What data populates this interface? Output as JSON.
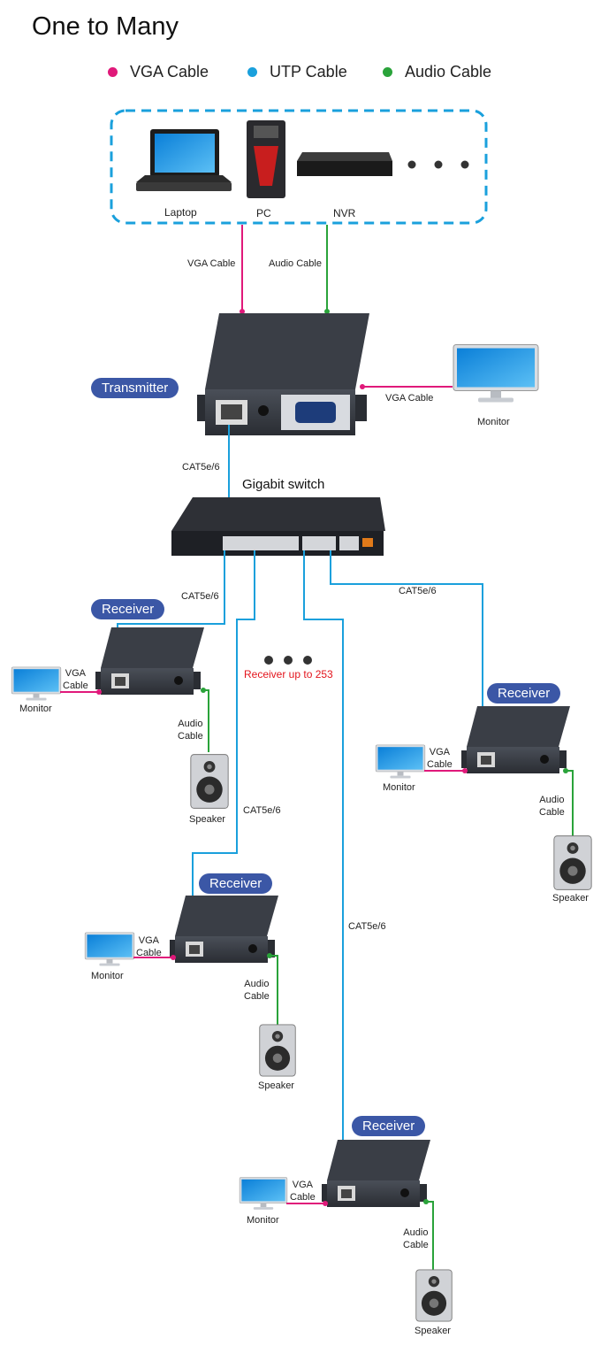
{
  "title": "One to Many",
  "legend": [
    {
      "label": "VGA Cable",
      "color": "#e0197a"
    },
    {
      "label": "UTP Cable",
      "color": "#1aa0dc"
    },
    {
      "label": "Audio Cable",
      "color": "#2aa33a"
    }
  ],
  "colors": {
    "vga": "#e0197a",
    "utp": "#1aa0dc",
    "audio": "#2aa33a",
    "dashed_box": "#1aa0dc",
    "pill": "#3b57a6",
    "note": "#e3141c"
  },
  "sources": {
    "laptop": "Laptop",
    "pc": "PC",
    "nvr": "NVR"
  },
  "cables": {
    "vga_top": "VGA Cable",
    "audio_top": "Audio Cable",
    "tx_monitor_vga": "VGA Cable",
    "cat_tx_switch": "CAT5e/6",
    "cat_r1": "CAT5e/6",
    "cat_r2": "CAT5e/6",
    "cat_r3": "CAT5e/6",
    "cat_r4": "CAT5e/6"
  },
  "transmitter": {
    "label": "Transmitter",
    "monitor": "Monitor"
  },
  "switch_label": "Gigabit switch",
  "more_note": "Receiver up to 253",
  "receivers": [
    {
      "label": "Receiver",
      "monitor": "Monitor",
      "vga": "VGA\nCable",
      "audio": "Audio\nCable",
      "speaker": "Speaker"
    },
    {
      "label": "Receiver",
      "monitor": "Monitor",
      "vga": "VGA\nCable",
      "audio": "Audio\nCable",
      "speaker": "Speaker"
    },
    {
      "label": "Receiver",
      "monitor": "Monitor",
      "vga": "VGA\nCable",
      "audio": "Audio\nCable",
      "speaker": "Speaker"
    },
    {
      "label": "Receiver",
      "monitor": "Monitor",
      "vga": "VGA\nCable",
      "audio": "Audio\nCable",
      "speaker": "Speaker"
    }
  ]
}
